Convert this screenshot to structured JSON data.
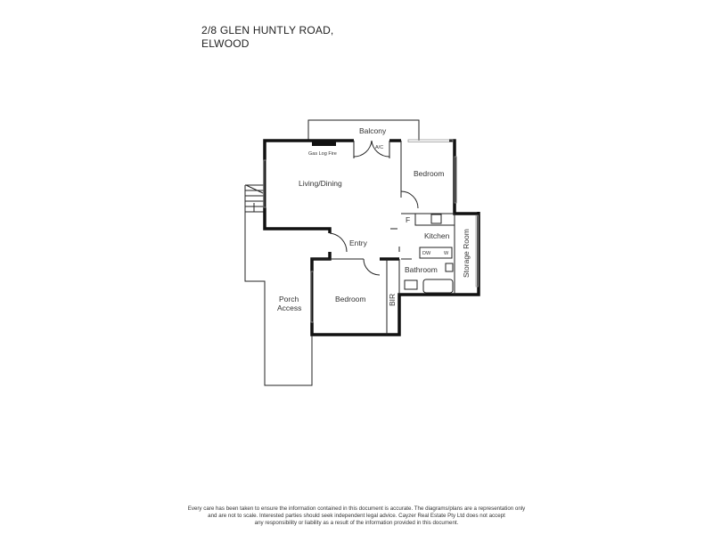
{
  "address": {
    "line1": "2/8 GLEN HUNTLY ROAD,",
    "line2": "ELWOOD"
  },
  "rooms": {
    "balcony": "Balcony",
    "fireplace": "Gas Log Fire",
    "ac": "A/C",
    "living": "Living/Dining",
    "bedroom1": "Bedroom",
    "fridge": "F",
    "kitchen": "Kitchen",
    "entry": "Entry",
    "storage": "Storage Room",
    "dishwasher": "DW",
    "washer": "W",
    "bathroom": "Bathroom",
    "bedroom2": "Bedroom",
    "bir": "BIR",
    "porch1": "Porch",
    "porch2": "Access"
  },
  "disclaimer": {
    "line1": "Every care has been taken to ensure the information contained in this document is accurate. The diagrams/plans are a representation only",
    "line2": "and are not to scale. Interested parties should seek independent legal advice. Cayzer Real Estate Pty Ltd does not accept",
    "line3": "any responsibility or liability as a result of the information provided in this document."
  }
}
